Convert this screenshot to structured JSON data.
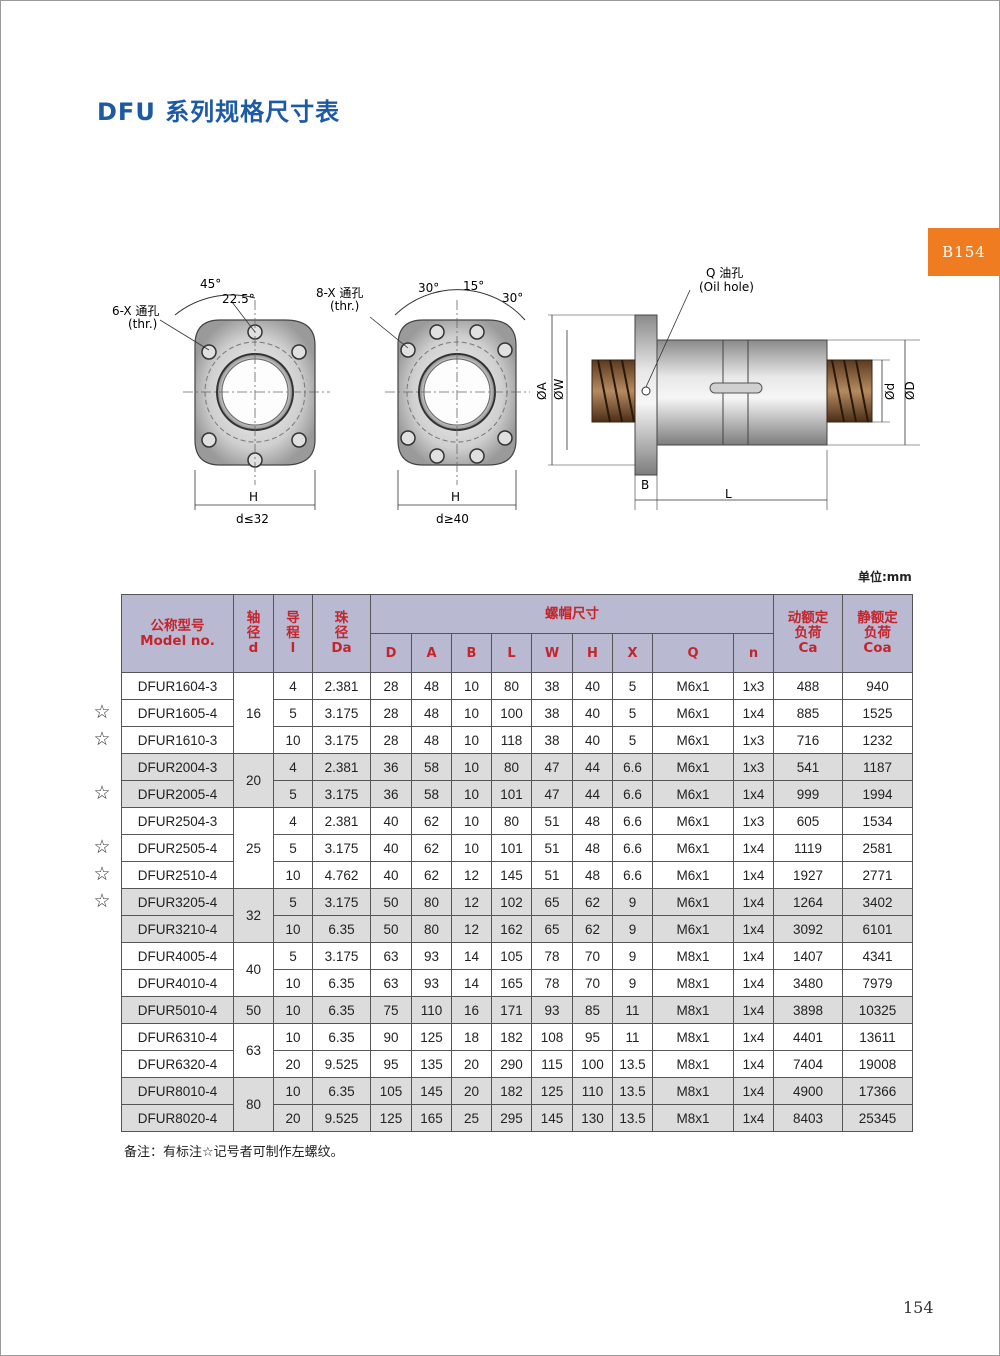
{
  "page": {
    "title": "DFU 系列规格尺寸表",
    "side_tab": "B154",
    "page_number": "154",
    "unit": "单位:mm",
    "note": "备注：有标注☆记号者可制作左螺纹。"
  },
  "drawings": {
    "left": {
      "hole_label": "6-X 通孔",
      "hole_label_en": "(thr.)",
      "angle_1": "45°",
      "angle_2": "22.5°",
      "width_label": "H",
      "condition": "d≤32"
    },
    "middle": {
      "hole_label": "8-X 通孔",
      "hole_label_en": "(thr.)",
      "angle_1": "30°",
      "angle_2": "15°",
      "angle_3": "30°",
      "width_label": "H",
      "condition": "d≥40"
    },
    "right": {
      "oil_label": "Q 油孔",
      "oil_label_en": "(Oil hole)",
      "dim_A": "ØA",
      "dim_W": "ØW",
      "dim_d": "Ød",
      "dim_D": "ØD",
      "dim_B": "B",
      "dim_L": "L"
    }
  },
  "table": {
    "headers": {
      "model_cn": "公称型号",
      "model_en": "Model no.",
      "shaft_cn_1": "轴",
      "shaft_cn_2": "径",
      "shaft_sym": "d",
      "lead_cn_1": "导",
      "lead_cn_2": "程",
      "lead_sym": "l",
      "ball_cn_1": "珠",
      "ball_cn_2": "径",
      "ball_sym": "Da",
      "nut_dim": "螺帽尺寸",
      "dyn_1": "动额定",
      "dyn_2": "负荷",
      "dyn_sym": "Ca",
      "stat_1": "静额定",
      "stat_2": "负荷",
      "stat_sym": "Coa",
      "sub": [
        "D",
        "A",
        "B",
        "L",
        "W",
        "H",
        "X",
        "Q",
        "n"
      ]
    },
    "groups": [
      {
        "d": "16",
        "rows": [
          {
            "model": "DFUR1604-3",
            "star": false,
            "l": "4",
            "Da": "2.381",
            "D": "28",
            "A": "48",
            "B": "10",
            "L": "80",
            "W": "38",
            "H": "40",
            "X": "5",
            "Q": "M6x1",
            "n": "1x3",
            "Ca": "488",
            "Coa": "940"
          },
          {
            "model": "DFUR1605-4",
            "star": true,
            "l": "5",
            "Da": "3.175",
            "D": "28",
            "A": "48",
            "B": "10",
            "L": "100",
            "W": "38",
            "H": "40",
            "X": "5",
            "Q": "M6x1",
            "n": "1x4",
            "Ca": "885",
            "Coa": "1525"
          },
          {
            "model": "DFUR1610-3",
            "star": true,
            "l": "10",
            "Da": "3.175",
            "D": "28",
            "A": "48",
            "B": "10",
            "L": "118",
            "W": "38",
            "H": "40",
            "X": "5",
            "Q": "M6x1",
            "n": "1x3",
            "Ca": "716",
            "Coa": "1232"
          }
        ]
      },
      {
        "d": "20",
        "rows": [
          {
            "model": "DFUR2004-3",
            "star": false,
            "l": "4",
            "Da": "2.381",
            "D": "36",
            "A": "58",
            "B": "10",
            "L": "80",
            "W": "47",
            "H": "44",
            "X": "6.6",
            "Q": "M6x1",
            "n": "1x3",
            "Ca": "541",
            "Coa": "1187"
          },
          {
            "model": "DFUR2005-4",
            "star": true,
            "l": "5",
            "Da": "3.175",
            "D": "36",
            "A": "58",
            "B": "10",
            "L": "101",
            "W": "47",
            "H": "44",
            "X": "6.6",
            "Q": "M6x1",
            "n": "1x4",
            "Ca": "999",
            "Coa": "1994"
          }
        ]
      },
      {
        "d": "25",
        "rows": [
          {
            "model": "DFUR2504-3",
            "star": false,
            "l": "4",
            "Da": "2.381",
            "D": "40",
            "A": "62",
            "B": "10",
            "L": "80",
            "W": "51",
            "H": "48",
            "X": "6.6",
            "Q": "M6x1",
            "n": "1x3",
            "Ca": "605",
            "Coa": "1534"
          },
          {
            "model": "DFUR2505-4",
            "star": true,
            "l": "5",
            "Da": "3.175",
            "D": "40",
            "A": "62",
            "B": "10",
            "L": "101",
            "W": "51",
            "H": "48",
            "X": "6.6",
            "Q": "M6x1",
            "n": "1x4",
            "Ca": "1119",
            "Coa": "2581"
          },
          {
            "model": "DFUR2510-4",
            "star": true,
            "l": "10",
            "Da": "4.762",
            "D": "40",
            "A": "62",
            "B": "12",
            "L": "145",
            "W": "51",
            "H": "48",
            "X": "6.6",
            "Q": "M6x1",
            "n": "1x4",
            "Ca": "1927",
            "Coa": "2771"
          }
        ]
      },
      {
        "d": "32",
        "rows": [
          {
            "model": "DFUR3205-4",
            "star": true,
            "l": "5",
            "Da": "3.175",
            "D": "50",
            "A": "80",
            "B": "12",
            "L": "102",
            "W": "65",
            "H": "62",
            "X": "9",
            "Q": "M6x1",
            "n": "1x4",
            "Ca": "1264",
            "Coa": "3402"
          },
          {
            "model": "DFUR3210-4",
            "star": false,
            "l": "10",
            "Da": "6.35",
            "D": "50",
            "A": "80",
            "B": "12",
            "L": "162",
            "W": "65",
            "H": "62",
            "X": "9",
            "Q": "M6x1",
            "n": "1x4",
            "Ca": "3092",
            "Coa": "6101"
          }
        ]
      },
      {
        "d": "40",
        "rows": [
          {
            "model": "DFUR4005-4",
            "star": false,
            "l": "5",
            "Da": "3.175",
            "D": "63",
            "A": "93",
            "B": "14",
            "L": "105",
            "W": "78",
            "H": "70",
            "X": "9",
            "Q": "M8x1",
            "n": "1x4",
            "Ca": "1407",
            "Coa": "4341"
          },
          {
            "model": "DFUR4010-4",
            "star": false,
            "l": "10",
            "Da": "6.35",
            "D": "63",
            "A": "93",
            "B": "14",
            "L": "165",
            "W": "78",
            "H": "70",
            "X": "9",
            "Q": "M8x1",
            "n": "1x4",
            "Ca": "3480",
            "Coa": "7979"
          }
        ]
      },
      {
        "d": "50",
        "rows": [
          {
            "model": "DFUR5010-4",
            "star": false,
            "l": "10",
            "Da": "6.35",
            "D": "75",
            "A": "110",
            "B": "16",
            "L": "171",
            "W": "93",
            "H": "85",
            "X": "11",
            "Q": "M8x1",
            "n": "1x4",
            "Ca": "3898",
            "Coa": "10325"
          }
        ]
      },
      {
        "d": "63",
        "rows": [
          {
            "model": "DFUR6310-4",
            "star": false,
            "l": "10",
            "Da": "6.35",
            "D": "90",
            "A": "125",
            "B": "18",
            "L": "182",
            "W": "108",
            "H": "95",
            "X": "11",
            "Q": "M8x1",
            "n": "1x4",
            "Ca": "4401",
            "Coa": "13611"
          },
          {
            "model": "DFUR6320-4",
            "star": false,
            "l": "20",
            "Da": "9.525",
            "D": "95",
            "A": "135",
            "B": "20",
            "L": "290",
            "W": "115",
            "H": "100",
            "X": "13.5",
            "Q": "M8x1",
            "n": "1x4",
            "Ca": "7404",
            "Coa": "19008"
          }
        ]
      },
      {
        "d": "80",
        "rows": [
          {
            "model": "DFUR8010-4",
            "star": false,
            "l": "10",
            "Da": "6.35",
            "D": "105",
            "A": "145",
            "B": "20",
            "L": "182",
            "W": "125",
            "H": "110",
            "X": "13.5",
            "Q": "M8x1",
            "n": "1x4",
            "Ca": "4900",
            "Coa": "17366"
          },
          {
            "model": "DFUR8020-4",
            "star": false,
            "l": "20",
            "Da": "9.525",
            "D": "125",
            "A": "165",
            "B": "25",
            "L": "295",
            "W": "145",
            "H": "130",
            "X": "13.5",
            "Q": "M8x1",
            "n": "1x4",
            "Ca": "8403",
            "Coa": "25345"
          }
        ]
      }
    ],
    "star_symbol": "☆"
  }
}
